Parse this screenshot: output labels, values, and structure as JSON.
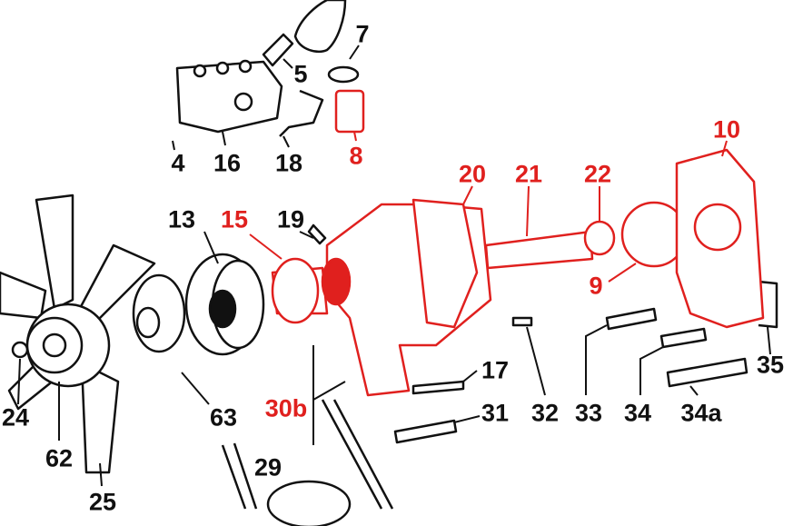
{
  "colors": {
    "black_part": "#111111",
    "red_part": "#e0201e"
  },
  "labels": {
    "p7": "7",
    "p5": "5",
    "p8": "8",
    "p4": "4",
    "p16": "16",
    "p18": "18",
    "p10": "10",
    "p20": "20",
    "p21": "21",
    "p22": "22",
    "p9": "9",
    "p13": "13",
    "p15": "15",
    "p19": "19",
    "p35": "35",
    "p17": "17",
    "p24": "24",
    "p63": "63",
    "p30b": "30b",
    "p31": "31",
    "p32": "32",
    "p33": "33",
    "p34": "34",
    "p34a": "34a",
    "p62": "62",
    "p29": "29",
    "p25": "25"
  }
}
